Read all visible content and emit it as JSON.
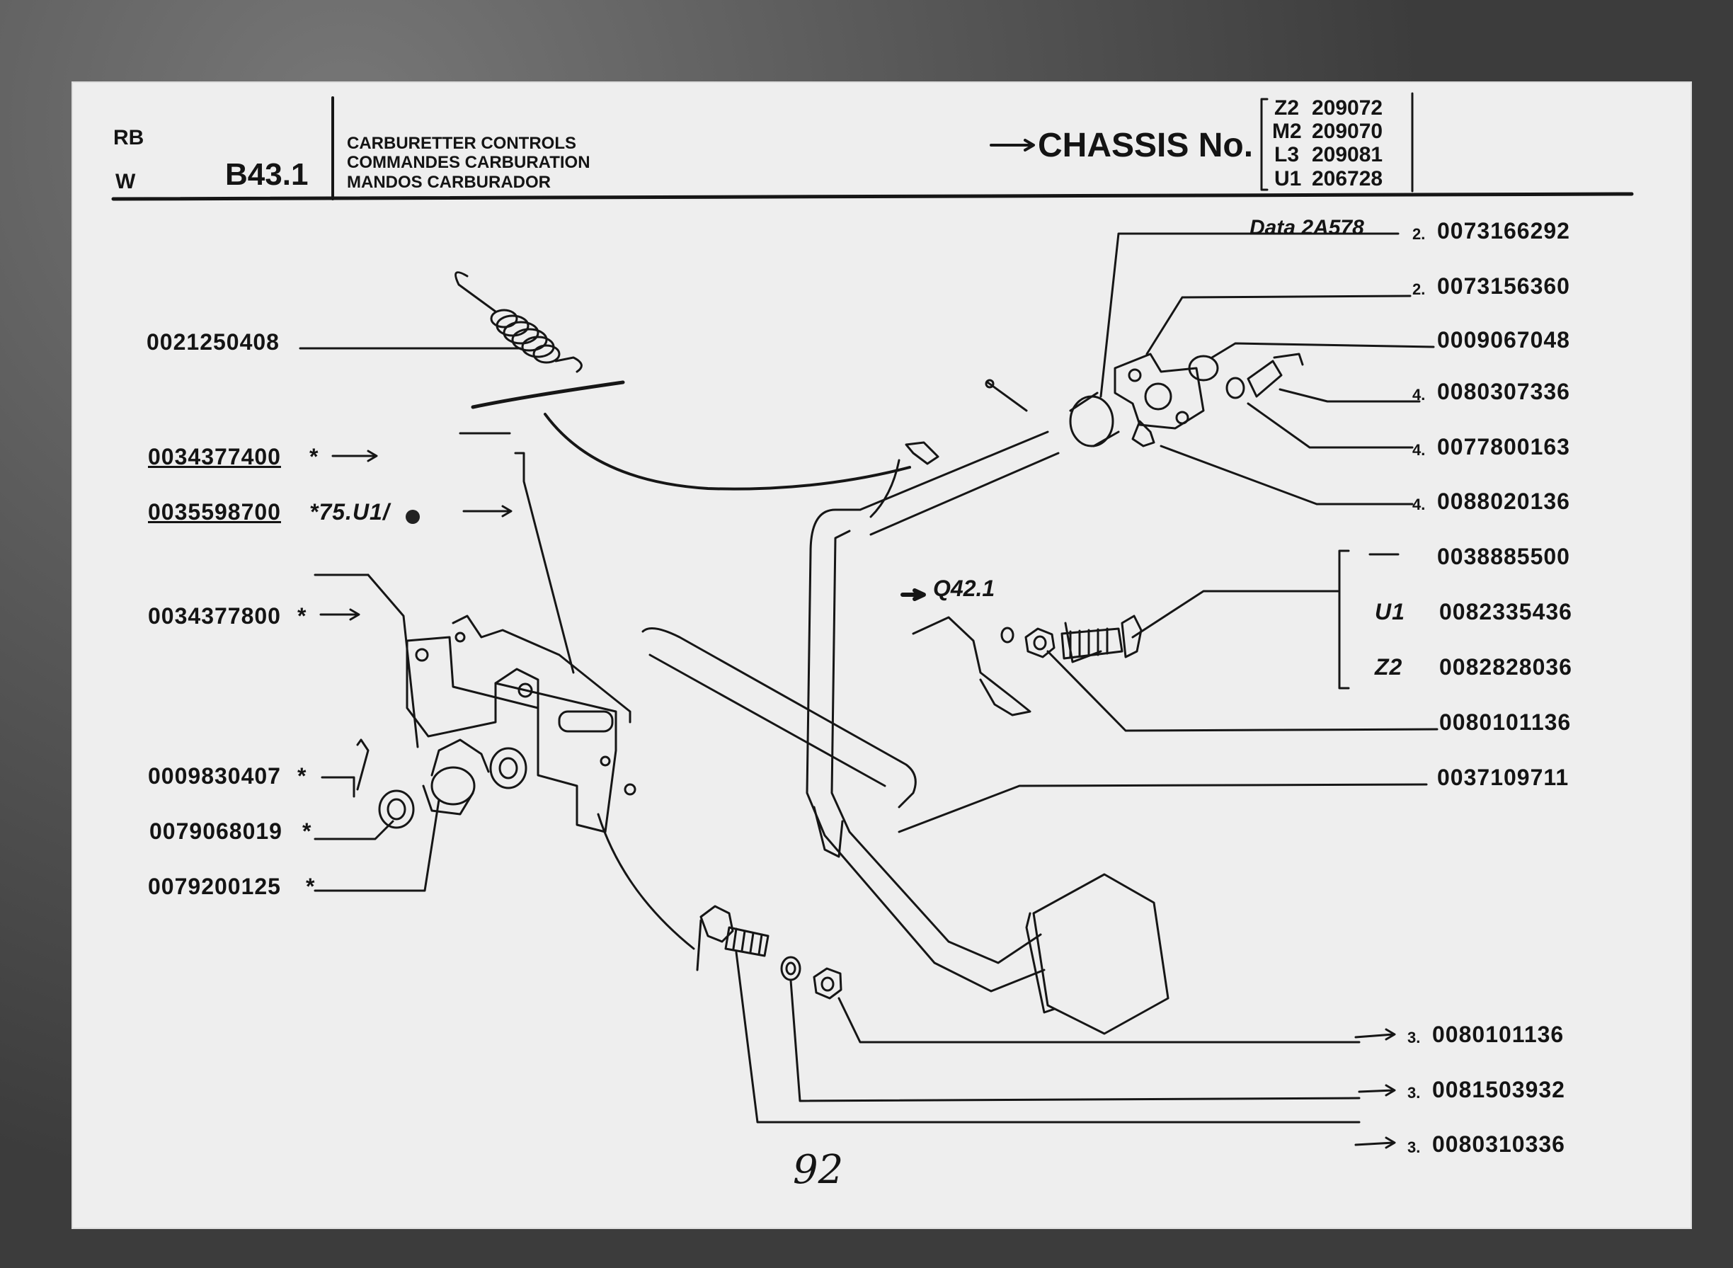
{
  "header": {
    "corner_top": "RB",
    "corner_bottom": "W",
    "page_code": "B43.1",
    "titles": [
      "CARBURETTER CONTROLS",
      "COMMANDES CARBURATION",
      "MANDOS CARBURADOR"
    ],
    "chassis_label": "CHASSIS No.",
    "chassis_numbers": [
      {
        "code": "Z2",
        "number": "209072"
      },
      {
        "code": "M2",
        "number": "209070"
      },
      {
        "code": "L3",
        "number": "209081"
      },
      {
        "code": "U1",
        "number": "206728"
      }
    ]
  },
  "data_ref": "Data 2A578",
  "left_parts": [
    {
      "number": "0021250408",
      "suffix": ""
    },
    {
      "number": "0034377400",
      "suffix": "*"
    },
    {
      "number": "0035598700",
      "suffix": "*75.U1/"
    },
    {
      "number": "0034377800",
      "suffix": "*"
    },
    {
      "number": "0009830407",
      "suffix": "*"
    },
    {
      "number": "0079068019",
      "suffix": "*"
    },
    {
      "number": "0079200125",
      "suffix": "*"
    }
  ],
  "right_parts": [
    {
      "qty": "2.",
      "number": "0073166292"
    },
    {
      "qty": "2.",
      "number": "0073156360"
    },
    {
      "qty": "",
      "number": "0009067048"
    },
    {
      "qty": "4.",
      "number": "0080307336"
    },
    {
      "qty": "4.",
      "number": "0077800163"
    },
    {
      "qty": "4.",
      "number": "0088020136"
    },
    {
      "qty": "",
      "variant": "",
      "number": "0038885500"
    },
    {
      "qty": "",
      "variant": "U1",
      "number": "0082335436"
    },
    {
      "qty": "",
      "variant": "Z2",
      "number": "0082828036"
    },
    {
      "qty": "",
      "number": "0080101136"
    },
    {
      "qty": "",
      "number": "0037109711"
    }
  ],
  "bottom_parts": [
    {
      "qty": "3.",
      "number": "0080101136"
    },
    {
      "qty": "3.",
      "number": "0081503932"
    },
    {
      "qty": "3.",
      "number": "0080310336"
    }
  ],
  "cross_ref": "Q42.1",
  "handwritten_page": "92",
  "colors": {
    "paper": "#eeeeee",
    "ink": "#141414",
    "background": "#4a4a4a"
  }
}
